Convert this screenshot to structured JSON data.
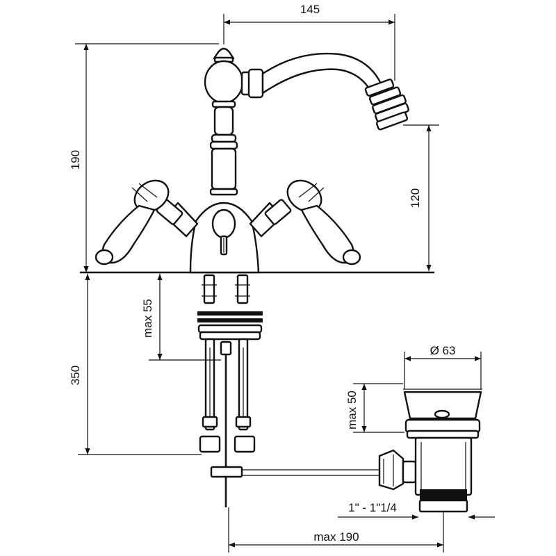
{
  "drawing": {
    "subject": "mixer tap with pop-up waste",
    "dimensions": {
      "spout_reach": "145",
      "total_height": "190",
      "spout_height": "120",
      "deck_thickness_max": "max 55",
      "supply_length": "350",
      "waste_diameter": "Ø 63",
      "waste_height_max": "max 50",
      "waste_thread": "1\" - 1\"1/4",
      "rod_length_max": "max 190"
    }
  },
  "colors": {
    "line": "#111111",
    "background": "#ffffff"
  }
}
